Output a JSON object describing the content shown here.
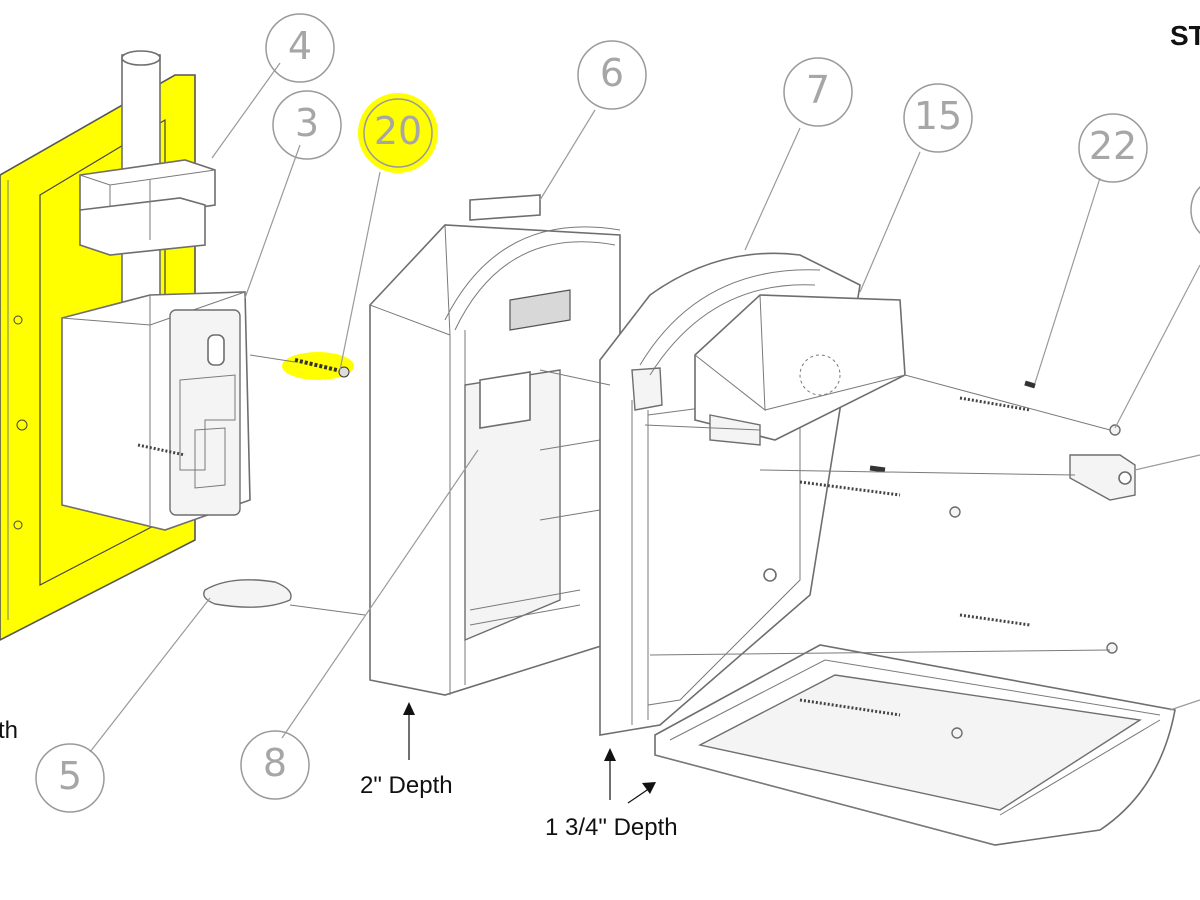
{
  "corner_label": "ST",
  "left_edge_label": "th",
  "depth_labels": {
    "two_inch": "2\" Depth",
    "one_three_quarter_inch": "1 3/4\" Depth"
  },
  "callouts": [
    {
      "id": "3",
      "label": "3",
      "highlighted": false
    },
    {
      "id": "4",
      "label": "4",
      "highlighted": false
    },
    {
      "id": "5",
      "label": "5",
      "highlighted": false
    },
    {
      "id": "6",
      "label": "6",
      "highlighted": false
    },
    {
      "id": "7",
      "label": "7",
      "highlighted": false
    },
    {
      "id": "8",
      "label": "8",
      "highlighted": false
    },
    {
      "id": "15",
      "label": "15",
      "highlighted": false
    },
    {
      "id": "20",
      "label": "20",
      "highlighted": true
    },
    {
      "id": "22",
      "label": "22",
      "highlighted": false
    }
  ],
  "colors": {
    "highlight": "#ffff00",
    "callout_stroke": "#9a9a9a",
    "callout_text": "#a6a6a6",
    "line": "#6e6e6e"
  }
}
